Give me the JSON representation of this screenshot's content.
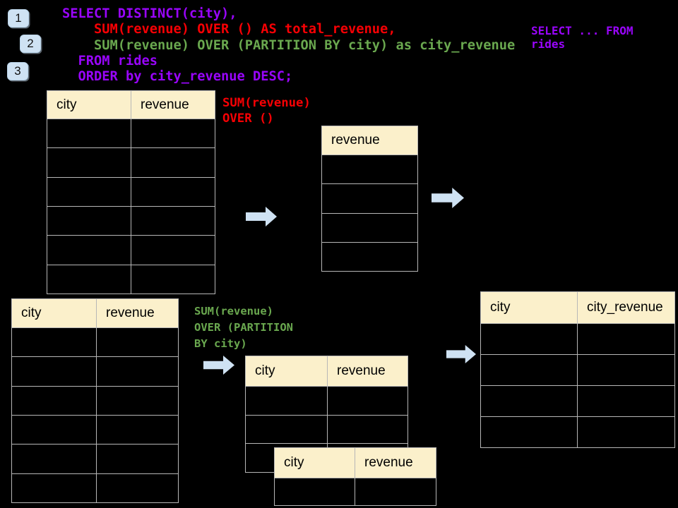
{
  "colors": {
    "purple": "#9905fb",
    "red": "#f70004",
    "green": "#6aa84f",
    "arrow_fill": "#cfe2f3",
    "badge_fill": "#cfe2f3",
    "table_header_fill": "#fbf0cb",
    "table_border": "#b7b7b7",
    "background": "#000000"
  },
  "steps": [
    "1",
    "2",
    "3"
  ],
  "sql": {
    "lines": [
      {
        "text": "SELECT DISTINCT(city),",
        "color": "purple"
      },
      {
        "text": "    SUM(revenue) OVER () AS total_revenue,",
        "color": "red"
      },
      {
        "text": "    SUM(revenue) OVER (PARTITION BY city) as city_revenue",
        "color": "green"
      },
      {
        "text": "  FROM rides",
        "color": "purple"
      },
      {
        "text": "  ORDER by city_revenue DESC;",
        "color": "purple"
      }
    ]
  },
  "side_code": {
    "lines": [
      {
        "text": "SELECT ... FROM",
        "color": "purple"
      },
      {
        "text": "rides",
        "color": "purple"
      }
    ]
  },
  "annotations": {
    "total_revenue": {
      "lines": [
        {
          "text": "SUM(revenue)",
          "color": "red"
        },
        {
          "text": "OVER ()",
          "color": "red"
        }
      ]
    },
    "partition": {
      "lines": [
        {
          "text": "SUM(revenue)",
          "color": "green"
        },
        {
          "text": "OVER (PARTITION",
          "color": "green"
        },
        {
          "text": "BY city)",
          "color": "green"
        }
      ]
    }
  },
  "tables": {
    "source_top": {
      "columns": [
        "city",
        "revenue"
      ],
      "rows": 6
    },
    "total_revenue": {
      "columns": [
        "revenue"
      ],
      "rows": 4
    },
    "source_bottom": {
      "columns": [
        "city",
        "revenue"
      ],
      "rows": 6
    },
    "partition_mid": {
      "columns": [
        "city",
        "revenue"
      ],
      "rows": 3
    },
    "partition_overlay": {
      "columns": [
        "city",
        "revenue"
      ],
      "rows": 1
    },
    "city_revenue": {
      "columns": [
        "city",
        "city_revenue"
      ],
      "rows": 4
    }
  }
}
